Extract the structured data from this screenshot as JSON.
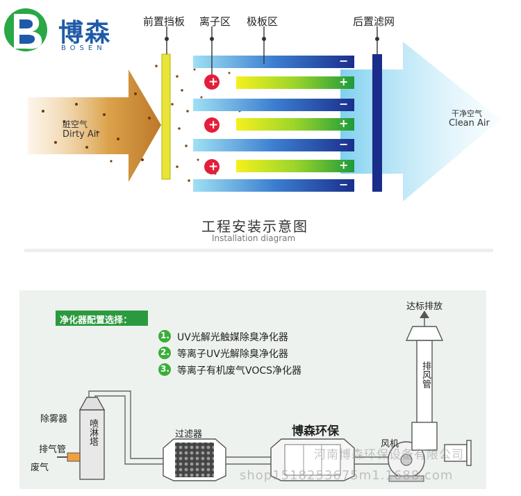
{
  "brand": {
    "name": "博森",
    "latin": "BOSEN",
    "colors": {
      "blue": "#1f5aa8",
      "green": "#2aa845"
    }
  },
  "top": {
    "labels": {
      "pre_baffle": "前置挡板",
      "ion_zone": "离子区",
      "plate_zone": "极板区",
      "post_filter": "后置滤网"
    },
    "dirty_air": {
      "cn": "脏空气",
      "en": "Dirty Air"
    },
    "clean_air": {
      "cn": "干净空气",
      "en": "Clean Air"
    },
    "caption_cn": "工程安装示意图",
    "caption_en": "Installation diagram",
    "symbols": {
      "plus": "+",
      "minus": "−"
    }
  },
  "bottom": {
    "config_title": "净化器配置选择：",
    "options": [
      {
        "num": "1.",
        "text": "UV光解光触媒除臭净化器"
      },
      {
        "num": "2.",
        "text": "等离子UV光解除臭净化器"
      },
      {
        "num": "3.",
        "text": "等离子有机废气VOCS净化器"
      }
    ],
    "labels": {
      "mist_remover": "除雾器",
      "exhaust_pipe": "排气管",
      "waste_gas": "废气",
      "spray_tower": "喷淋塔",
      "filter": "过滤器",
      "bosen_env": "博森环保",
      "fan": "风机",
      "discharge": "达标排放",
      "exhaust_duct": "排风管"
    },
    "watermark": {
      "line1": "河南博森环保设备有限公司",
      "line2": "shop1518253675m1.1688.com"
    }
  }
}
